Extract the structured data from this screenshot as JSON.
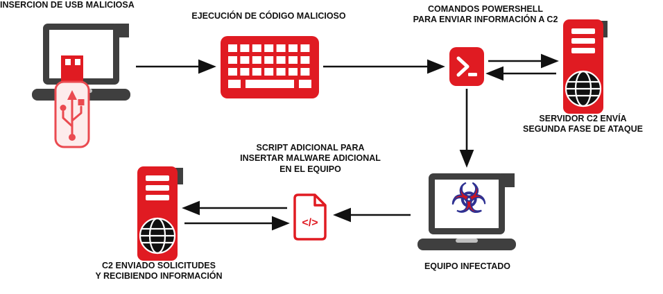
{
  "diagram": {
    "labels": {
      "usb_insertion": "INSERCION DE USB MALICIOSA",
      "code_execution": "EJECUCIÓN DE CÓDIGO MALICIOSO",
      "powershell_c2": "COMANDOS POWERSHELL\nPARA ENVIAR INFORMACIÓN A C2",
      "c2_second_phase": "SERVIDOR C2 ENVÍA\nSEGUNDA FASE DE ATAQUE",
      "additional_script": "SCRIPT ADICIONAL PARA\nINSERTAR MALWARE ADICIONAL\nEN EL EQUIPO",
      "infected_machine": "EQUIPO INFECTADO",
      "c2_requests": "C2 ENVIADO SOLICITUDES\nY RECIBIENDO INFORMACIÓN"
    },
    "icons": {
      "script_glyph": "</>",
      "biohazard_glyph": "☣"
    },
    "colors": {
      "accent_red": "#e01b22",
      "usb_light_red": "#ea4a50",
      "dark_gray": "#3f3f3f",
      "arrow_black": "#111111",
      "biohazard_red": "#cf1420",
      "biohazard_outline": "#2e3192",
      "background": "#ffffff"
    },
    "connections": [
      {
        "from": "usb-laptop",
        "to": "keyboard",
        "direction": "right"
      },
      {
        "from": "keyboard",
        "to": "powershell",
        "direction": "right"
      },
      {
        "from": "powershell",
        "to": "c2-server",
        "direction": "both"
      },
      {
        "from": "powershell",
        "to": "infected-laptop",
        "direction": "down"
      },
      {
        "from": "infected-laptop",
        "to": "script-file",
        "direction": "left"
      },
      {
        "from": "script-file",
        "to": "c2-server-2",
        "direction": "both"
      }
    ]
  }
}
